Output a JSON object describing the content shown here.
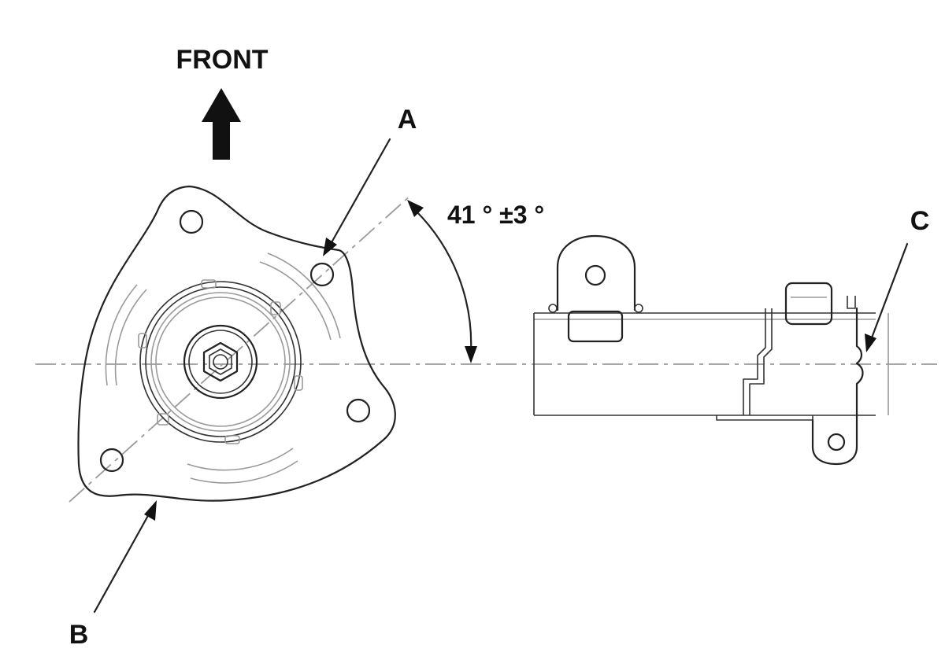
{
  "labels": {
    "front": "FRONT",
    "angle": "41 ° ±3 °",
    "a": "A",
    "b": "B",
    "c": "C"
  },
  "icons": {
    "front_arrow": "arrow-up-icon"
  },
  "colors": {
    "line": "#222222",
    "centerline": "#9a9a9a",
    "background": "#ffffff"
  }
}
